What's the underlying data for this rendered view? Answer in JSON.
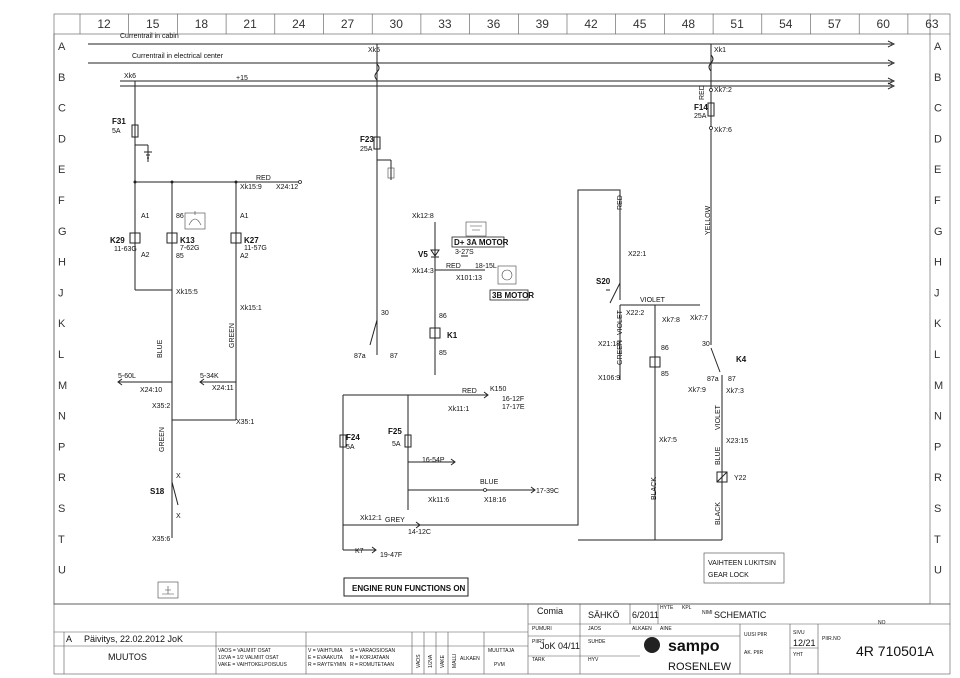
{
  "columns": [
    "12",
    "15",
    "18",
    "21",
    "24",
    "27",
    "30",
    "33",
    "36",
    "39",
    "42",
    "45",
    "48",
    "51",
    "54",
    "57",
    "60",
    "63"
  ],
  "rows": [
    "A",
    "B",
    "C",
    "D",
    "E",
    "F",
    "G",
    "H",
    "J",
    "K",
    "L",
    "M",
    "N",
    "P",
    "R",
    "S",
    "T",
    "U"
  ],
  "labels": {
    "currentrail_cabin": "Currentrail  in  cabin",
    "currentrail_center": "Currentrail  in  electrical  center",
    "xk5": "Xk5",
    "xk1": "Xk1",
    "xk6": "Xk6",
    "plus15": "+15",
    "xk7_2": "Xk7:2",
    "red_a": "RED",
    "f14": "F14",
    "f14_a": "25A",
    "xk7_6": "Xk7:6",
    "f31": "F31",
    "f31_a": "5A",
    "f23": "F23",
    "f23_a": "25A",
    "red_b": "RED",
    "xk15_9": "Xk15:9",
    "xk24_12": "X24:12",
    "red_c": "RED",
    "yellow": "YELLOW",
    "a1_a": "A1",
    "n86_a": "86",
    "a1_b": "A1",
    "xk12_8": "Xk12:8",
    "k29": "K29",
    "k29_n": "11-63G",
    "a2_a": "A2",
    "k13": "K13",
    "k13_n": "7-62G",
    "n85_a": "85",
    "k27": "K27",
    "k27_n": "11-57G",
    "a2_b": "A2",
    "v5": "V5",
    "d3a": "D+ 3A MOTOR",
    "n3_27s": "3-27S",
    "n18_15l": "18-15L",
    "xk14_3": "Xk14:3",
    "red_d": "RED",
    "x101_13": "X101:13",
    "m3b": "3B MOTOR",
    "x22_1": "X22:1",
    "s20": "S20",
    "xk15_5": "Xk15:5",
    "xk15_1": "Xk15:1",
    "violet_a": "VIOLET",
    "x22_2": "X22:2",
    "xk7_8": "Xk7:8",
    "xk7_7": "Xk7:7",
    "n30_a": "30",
    "n86_b": "86",
    "k1": "K1",
    "n85_b": "85",
    "violet_b": "VIOLET",
    "green_a": "GREEN",
    "x21_18": "X21:18",
    "n86_c": "86",
    "n30_b": "30",
    "k4": "K4",
    "blue_a": "BLUE",
    "green_b": "GREEN",
    "n87a_a": "87a",
    "n87_a": "87",
    "n5_60l": "5-60L",
    "n5_34k": "5-34K",
    "x106_9": "X106:9",
    "n85_c": "85",
    "n87a_b": "87a",
    "n87_b": "87",
    "x24_10": "X24:10",
    "x24_11": "X24:11",
    "red_e": "RED",
    "k150": "K150",
    "n16_12f": "16-12F",
    "n17_17e": "17-17E",
    "xk7_9": "Xk7:9",
    "xk7_3": "Xk7:3",
    "x35_2": "X35:2",
    "xk11_1": "Xk11:1",
    "x35_1": "X35:1",
    "violet_c": "VIOLET",
    "f24": "F24",
    "f24_a": "5A",
    "f25": "F25",
    "f25_a": "5A",
    "xk7_5": "Xk7:5",
    "x23_15": "X23:15",
    "green_c": "GREEN",
    "blue_b": "BLUE",
    "n16_54p": "16-54P",
    "blue_c": "BLUE",
    "y22": "Y22",
    "x_a": "X",
    "s18": "S18",
    "n17_39c": "17-39C",
    "xk11_6": "Xk11:6",
    "x18_16": "X18:16",
    "black_a": "BLACK",
    "x_b": "X",
    "xk12_1": "Xk12:1",
    "grey": "GREY",
    "black_b": "BLACK",
    "n14_12c": "14-12C",
    "x35_6": "X35:6",
    "k7": "K7",
    "n19_47f": "19-47F",
    "vaihteen": "VAIHTEEN  LUKITSIN",
    "gear_lock": "GEAR  LOCK",
    "engine_run": "ENGINE RUN FUNCTIONS ON"
  },
  "title_block": {
    "comia": "Comia",
    "sahko": "SÄHKÖ",
    "date": "6/2011",
    "hyte": "HYTE",
    "kpl": "KPL",
    "nimi": "NIMI",
    "schematic": "SCHEMATIC",
    "no": "NO",
    "jaos": "JAOS",
    "alkaen_h": "ALKAEN",
    "aine": "AINE",
    "piirtanyt": "PUMURI",
    "piirt": "PIIRT",
    "joK": "JoK  04/11",
    "suhde": "SUHDE",
    "tark": "TARK",
    "hyv": "HYV",
    "sampo": "sampo",
    "rosenlew": "ROSENLEW",
    "uusi_piir": "UUSI  PIIR",
    "ak_piir": "AK.  PIIR",
    "sivu": "SIVU",
    "page": "12/21",
    "yht": "YHT",
    "piir_no": "PIIR.NO",
    "drawing_no": "4R  710501A",
    "rev": "A",
    "paivitys": "Päivitys,  22.02.2012  JoK",
    "muutos": "MUUTOS",
    "vaos1": "VAOS  =  VALMIIT  OSAT",
    "vaos2": "1/2VA  =  1/2  VALMIIT  OSAT",
    "vaos3": "VAKE  =  VAIHTOKELPOISUUS",
    "v1": "V  =  VAIHTUMA",
    "v2": "E  =  EVAAKUTA",
    "v3": "R  =  RAYTEYMIN",
    "s1": "S  =  VARAOSIOSAN",
    "s2": "M  =  KORJATAAN",
    "s3": "R  =  ROMUTETAAN",
    "vert1": "VAOS",
    "vert2": "1/2VA",
    "vert3": "VAKE",
    "vert4": "MALLI",
    "alkaen": "ALKAEN",
    "muuttaja": "MUUTTAJA",
    "pvm": "PVM"
  }
}
